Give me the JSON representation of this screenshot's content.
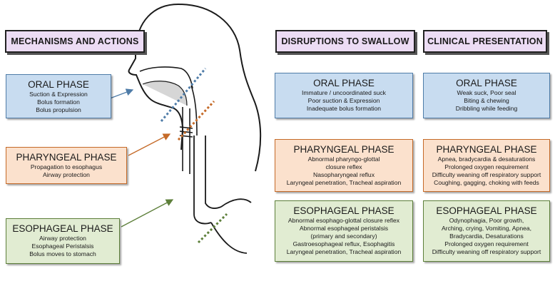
{
  "headers": {
    "mechanisms": "MECHANISMS AND ACTIONS",
    "disruptions": "DISRUPTIONS TO SWALLOW",
    "clinical": "CLINICAL PRESENTATION"
  },
  "mechanisms": {
    "oral": {
      "title": "ORAL PHASE",
      "lines": [
        "Suction & Expression",
        "Bolus formation",
        "Bolus propulsion"
      ]
    },
    "pharyngeal": {
      "title": "PHARYNGEAL PHASE",
      "lines": [
        "Propagation to esophagus",
        "Airway protection"
      ]
    },
    "esophageal": {
      "title": "ESOPHAGEAL PHASE",
      "lines": [
        "Airway protection",
        "Esophageal Peristalsis",
        "Bolus moves to stomach"
      ]
    }
  },
  "disruptions": {
    "oral": {
      "title": "ORAL PHASE",
      "lines": [
        "Immature / uncoordinated suck",
        "Poor suction & Expression",
        "Inadequate bolus formation"
      ]
    },
    "pharyngeal": {
      "title": "PHARYNGEAL PHASE",
      "lines": [
        "Abnormal pharyngo-glottal",
        "closure reflex",
        "Nasopharyngeal reflux",
        "Laryngeal penetration, Tracheal aspiration"
      ]
    },
    "esophageal": {
      "title": "ESOPHAGEAL PHASE",
      "lines": [
        "Abnormal esophago-glottal closure reflex",
        "Abnormal esophageal peristalsis",
        "(primary and secondary)",
        "Gastroesophageal reflux, Esophagitis",
        "Laryngeal penetration, Tracheal aspiration"
      ]
    }
  },
  "clinical": {
    "oral": {
      "title": "ORAL PHASE",
      "lines": [
        "Weak suck, Poor seal",
        "Biting & chewing",
        "Dribbling while feeding"
      ]
    },
    "pharyngeal": {
      "title": "PHARYNGEAL PHASE",
      "lines": [
        "Apnea, bradycardia & desaturations",
        "Prolonged oxygen requirement",
        "Difficulty weaning off respiratory support",
        "Coughing, gagging, choking with feeds"
      ]
    },
    "esophageal": {
      "title": "ESOPHAGEAL PHASE",
      "lines": [
        "Odynophagia, Poor growth,",
        "Arching, crying, Vomiting, Apnea,",
        "Bradycardia, Desaturations",
        "Prolonged oxygen requirement",
        "Difficulty weaning off respiratory support"
      ]
    }
  },
  "colors": {
    "oral": "#4f7ca8",
    "pharyngeal": "#c56a28",
    "esophageal": "#5d7f3a",
    "header_fill": "#ecdcf4"
  }
}
